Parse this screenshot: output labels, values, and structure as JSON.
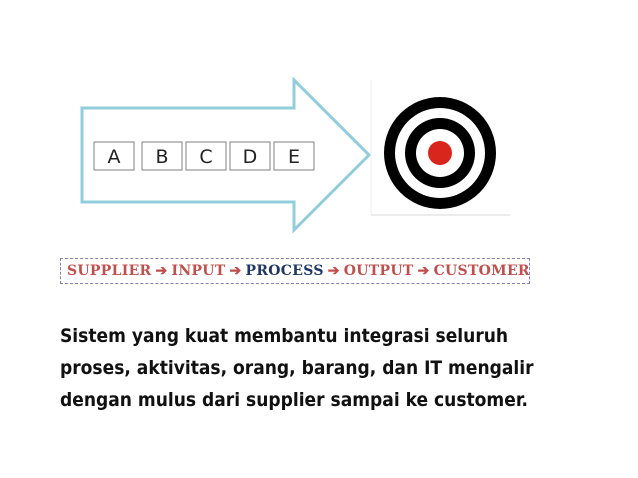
{
  "arrow": {
    "boxes": [
      "A",
      "B",
      "C",
      "D",
      "E"
    ],
    "outline_color": "#92cddc"
  },
  "target": {
    "ring_color": "#000000",
    "center_color": "#d9261c"
  },
  "flow": {
    "steps": [
      {
        "label": "SUPPLIER",
        "color": "#c0504d"
      },
      {
        "label": "INPUT",
        "color": "#c0504d"
      },
      {
        "label": "PROCESS",
        "color": "#1f3864"
      },
      {
        "label": "OUTPUT",
        "color": "#c0504d"
      },
      {
        "label": "CUSTOMER",
        "color": "#c0504d"
      }
    ],
    "separator": "➔"
  },
  "caption": {
    "lines": [
      "Sistem yang kuat membantu integrasi seluruh",
      "proses, aktivitas, orang, barang, dan IT mengalir",
      "dengan mulus dari supplier sampai ke customer."
    ]
  }
}
